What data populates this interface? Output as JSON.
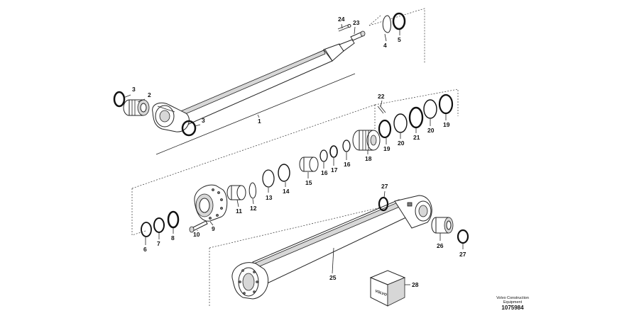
{
  "parts": [
    {
      "label": "1"
    },
    {
      "label": "2"
    },
    {
      "label": "3"
    },
    {
      "label": "3"
    },
    {
      "label": "4"
    },
    {
      "label": "5"
    },
    {
      "label": "6"
    },
    {
      "label": "7"
    },
    {
      "label": "8"
    },
    {
      "label": "9"
    },
    {
      "label": "10"
    },
    {
      "label": "11"
    },
    {
      "label": "12"
    },
    {
      "label": "13"
    },
    {
      "label": "14"
    },
    {
      "label": "15"
    },
    {
      "label": "16"
    },
    {
      "label": "17"
    },
    {
      "label": "16"
    },
    {
      "label": "18"
    },
    {
      "label": "19"
    },
    {
      "label": "20"
    },
    {
      "label": "21"
    },
    {
      "label": "20"
    },
    {
      "label": "19"
    },
    {
      "label": "22"
    },
    {
      "label": "23"
    },
    {
      "label": "24"
    },
    {
      "label": "25"
    },
    {
      "label": "26"
    },
    {
      "label": "27"
    },
    {
      "label": "27"
    },
    {
      "label": "28"
    }
  ],
  "caption": {
    "line1": "Volvo Construction",
    "line2": "Equipment",
    "drawing_id": "1075984"
  },
  "package_brand": "VOLVO"
}
